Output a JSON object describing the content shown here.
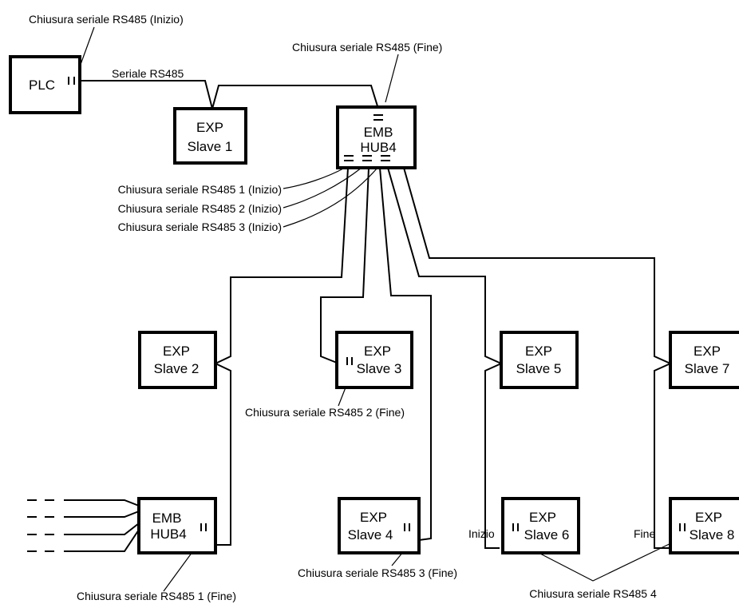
{
  "labels": {
    "term_start_top": "Chiusura seriale RS485 (Inizio)",
    "serial_rs485": "Seriale RS485",
    "term_end_top": "Chiusura seriale RS485 (Fine)",
    "term1_start": "Chiusura seriale RS485 1 (Inizio)",
    "term2_start": "Chiusura seriale RS485 2 (Inizio)",
    "term3_start": "Chiusura seriale RS485 3 (Inizio)",
    "term2_end": "Chiusura seriale RS485 2 (Fine)",
    "term3_end": "Chiusura seriale RS485 3 (Fine)",
    "term1_end": "Chiusura seriale RS485 1 (Fine)",
    "term4": "Chiusura seriale RS485 4",
    "inizio": "Inizio",
    "fine": "Fine"
  },
  "boxes": {
    "plc": "PLC",
    "slave1_a": "EXP",
    "slave1_b": "Slave 1",
    "hub_top_a": "EMB",
    "hub_top_b": "HUB4",
    "slave2_a": "EXP",
    "slave2_b": "Slave 2",
    "slave3_a": "EXP",
    "slave3_b": "Slave 3",
    "slave5_a": "EXP",
    "slave5_b": "Slave 5",
    "slave7_a": "EXP",
    "slave7_b": "Slave 7",
    "hub_bot_a": "EMB",
    "hub_bot_b": "HUB4",
    "slave4_a": "EXP",
    "slave4_b": "Slave 4",
    "slave6_a": "EXP",
    "slave6_b": "Slave 6",
    "slave8_a": "EXP",
    "slave8_b": "Slave 8"
  }
}
